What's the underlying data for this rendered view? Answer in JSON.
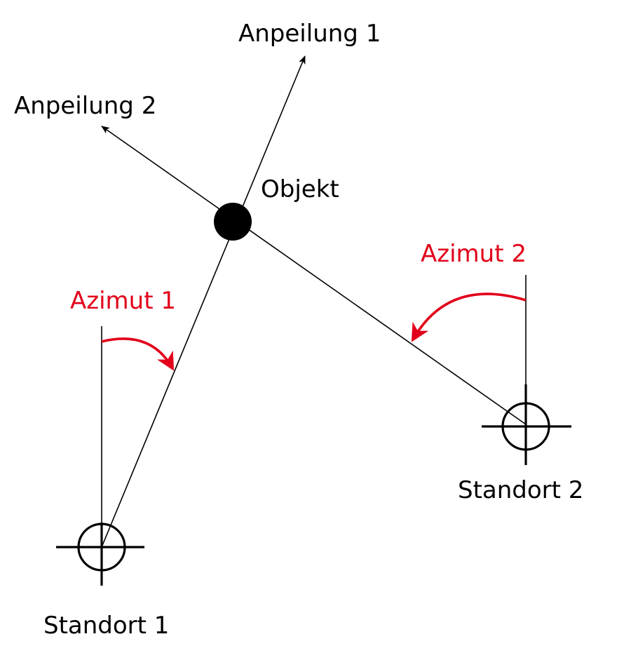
{
  "labels": {
    "bearing_1": "Anpeilung 1",
    "bearing_2": "Anpeilung 2",
    "object": "Objekt",
    "azimuth_1": "Azimut 1",
    "azimuth_2": "Azimut 2",
    "station_1": "Standort 1",
    "station_2": "Standort 2"
  },
  "colors": {
    "line": "#000000",
    "azimuth": "#e2001a",
    "background": "#ffffff"
  },
  "icons": {
    "station_marker": "crosshair-icon",
    "object_marker": "filled-circle-icon"
  }
}
